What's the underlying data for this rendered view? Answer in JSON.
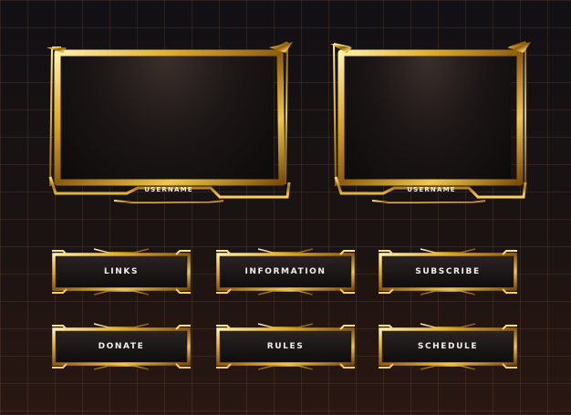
{
  "colors": {
    "gold_light": "#ffe37a",
    "gold_mid": "#d9a51c",
    "gold_dark": "#8a5a0c",
    "background": "#141114"
  },
  "webcam_frames": [
    {
      "username": "USERNAME"
    },
    {
      "username": "USERNAME"
    }
  ],
  "panels": [
    {
      "label": "LINKS"
    },
    {
      "label": "INFORMATION"
    },
    {
      "label": "SUBSCRIBE"
    },
    {
      "label": "DONATE"
    },
    {
      "label": "RULES"
    },
    {
      "label": "SCHEDULE"
    }
  ]
}
